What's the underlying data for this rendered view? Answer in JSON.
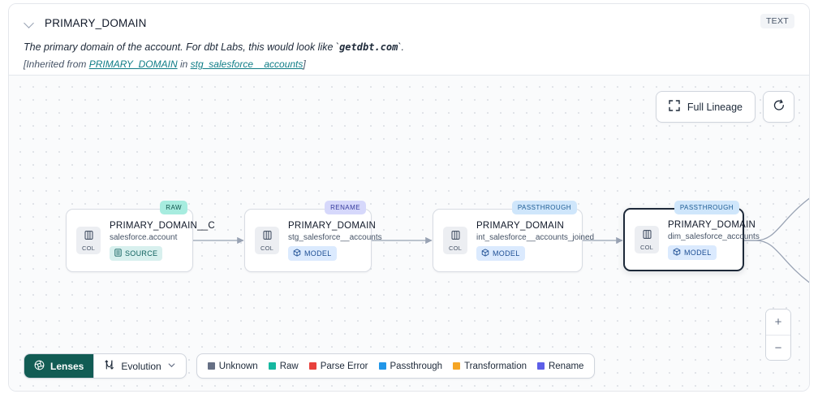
{
  "header": {
    "collapse_icon": "chevron-down-icon",
    "title": "PRIMARY_DOMAIN",
    "type_badge": "TEXT",
    "description_prefix": "The primary domain of the account. For dbt Labs, this would look like `",
    "description_code": "getdbt.com",
    "description_suffix": "`.",
    "inherited_prefix": "[Inherited from ",
    "inherited_link": "PRIMARY_DOMAIN",
    "inherited_mid": " in ",
    "inherited_source": "stg_salesforce__accounts",
    "inherited_suffix": "]"
  },
  "toolbar": {
    "full_lineage_label": "Full Lineage",
    "full_lineage_icon": "expand-icon",
    "refresh_icon": "refresh-icon"
  },
  "nodes": [
    {
      "tag": "RAW",
      "tag_style": "raw",
      "chip_label": "COL",
      "chip_icon": "column-icon",
      "title": "PRIMARY_DOMAIN__C",
      "subtitle": "salesforce.account",
      "kind": "SOURCE",
      "kind_style": "source",
      "kind_icon": "database-icon",
      "selected": false
    },
    {
      "tag": "RENAME",
      "tag_style": "rename",
      "chip_label": "COL",
      "chip_icon": "column-icon",
      "title": "PRIMARY_DOMAIN",
      "subtitle": "stg_salesforce__accounts",
      "kind": "MODEL",
      "kind_style": "model",
      "kind_icon": "cube-icon",
      "selected": false
    },
    {
      "tag": "PASSTHROUGH",
      "tag_style": "passthrough",
      "chip_label": "COL",
      "chip_icon": "column-icon",
      "title": "PRIMARY_DOMAIN",
      "subtitle": "int_salesforce__accounts_joined",
      "kind": "MODEL",
      "kind_style": "model",
      "kind_icon": "cube-icon",
      "selected": false
    },
    {
      "tag": "PASSTHROUGH",
      "tag_style": "passthrough",
      "chip_label": "COL",
      "chip_icon": "column-icon",
      "title": "PRIMARY_DOMAIN",
      "subtitle": "dim_salesforce_accounts",
      "kind": "MODEL",
      "kind_style": "model",
      "kind_icon": "cube-icon",
      "selected": true
    }
  ],
  "zoom_controls": {
    "zoom_in_label": "+",
    "zoom_out_label": "−"
  },
  "bottom_bar": {
    "lenses_label": "Lenses",
    "lenses_icon": "lens-icon",
    "evolution_label": "Evolution",
    "evolution_icon": "evolution-icon",
    "evolution_chevron": "chevron-down-icon",
    "legend": [
      {
        "label": "Unknown",
        "color": "#667085"
      },
      {
        "label": "Raw",
        "color": "#16b8a0"
      },
      {
        "label": "Parse Error",
        "color": "#e8413c"
      },
      {
        "label": "Passthrough",
        "color": "#2196e8"
      },
      {
        "label": "Transformation",
        "color": "#f5a524"
      },
      {
        "label": "Rename",
        "color": "#5d5fe8"
      }
    ]
  }
}
